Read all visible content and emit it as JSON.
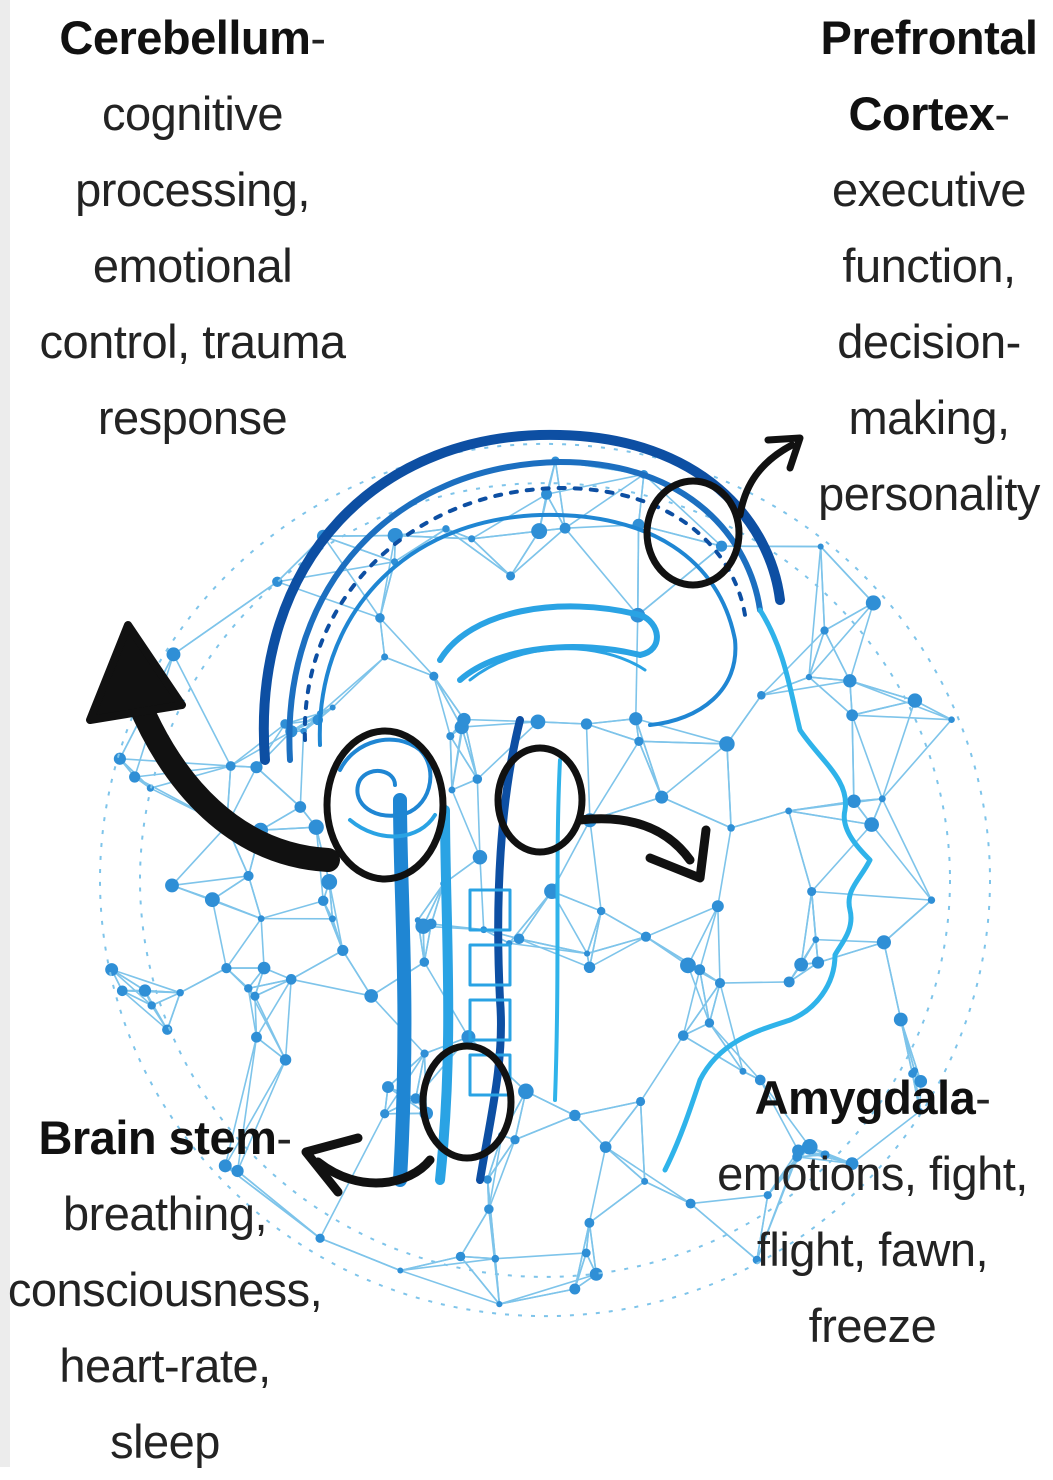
{
  "labels": {
    "cerebellum": {
      "title": "Cerebellum",
      "dash": "-",
      "description": "cognitive\nprocessing,\nemotional\ncontrol, trauma\nresponse"
    },
    "prefrontal_cortex": {
      "title_line1": "Prefrontal",
      "title_line2": "Cortex",
      "dash": "-",
      "description": "executive\nfunction,\ndecision-\nmaking,\npersonality"
    },
    "brain_stem": {
      "title": "Brain stem",
      "dash": "-",
      "description": "breathing,\nconsciousness,\nheart-rate,\nsleep"
    },
    "amygdala": {
      "title": "Amygdala",
      "dash": "-",
      "description": "emotions, fight,\nflight, fawn,\nfreeze"
    }
  },
  "colors": {
    "network_light": "#7ec4ea",
    "network_node": "#2f8fd6",
    "brain_dark": "#0d4fa3",
    "brain_mid": "#1f86d3",
    "brain_light": "#2fb3ea",
    "marker": "#111111",
    "text": "#232323"
  }
}
